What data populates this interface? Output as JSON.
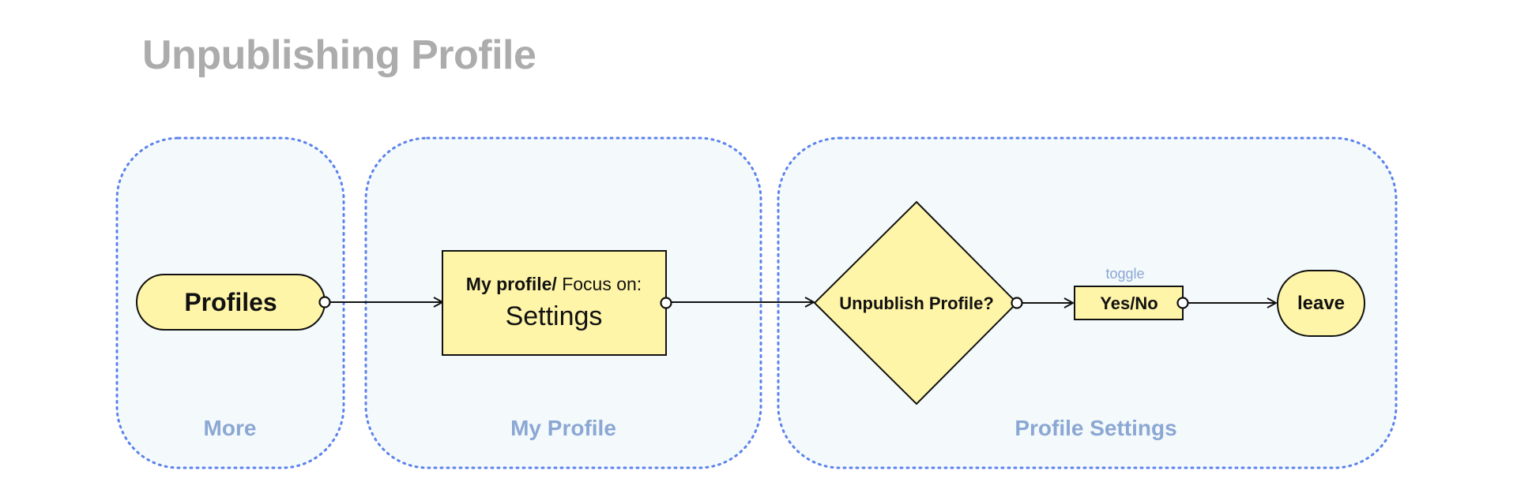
{
  "title": "Unpublishing Profile",
  "groups": [
    {
      "label": "More"
    },
    {
      "label": "My Profile"
    },
    {
      "label": "Profile Settings"
    }
  ],
  "nodes": {
    "profiles": {
      "label": "Profiles"
    },
    "my_profile": {
      "label_bold": "My profile/",
      "label_normal": " Focus on:",
      "label_main": "Settings"
    },
    "decision": {
      "label": "Unpublish Profile?"
    },
    "toggle": {
      "label": "Yes/No",
      "annotation": "toggle"
    },
    "leave": {
      "label": "leave"
    }
  },
  "colors": {
    "node_fill": "#fff5a8",
    "group_fill": "#f4fafb",
    "group_border": "#5b82ee",
    "group_label": "#8ba7d4",
    "title": "#acacac",
    "annotation": "#8ba7d4"
  }
}
